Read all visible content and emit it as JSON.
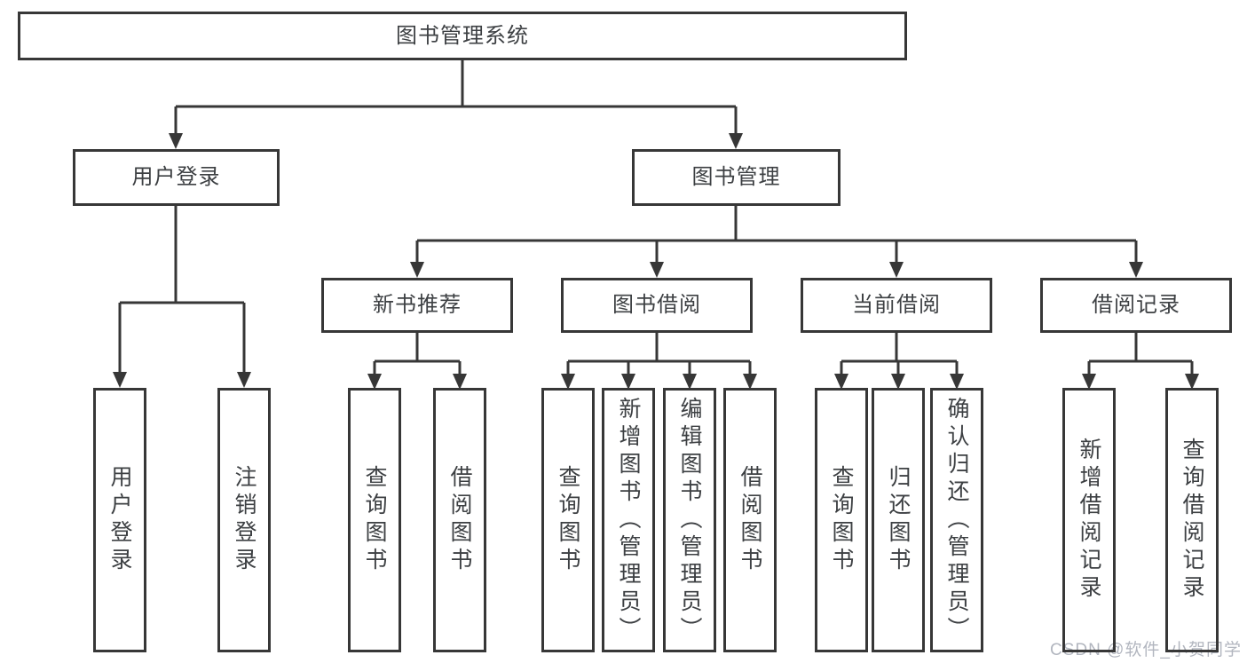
{
  "diagram": {
    "root": {
      "label": "图书管理系统"
    },
    "level1": [
      {
        "id": "user-login",
        "label": "用户登录"
      },
      {
        "id": "book-management",
        "label": "图书管理"
      }
    ],
    "level2": [
      {
        "id": "new-book-recommend",
        "label": "新书推荐",
        "parent": "book-management"
      },
      {
        "id": "book-borrow",
        "label": "图书借阅",
        "parent": "book-management"
      },
      {
        "id": "current-borrow",
        "label": "当前借阅",
        "parent": "book-management"
      },
      {
        "id": "borrow-records",
        "label": "借阅记录",
        "parent": "book-management"
      }
    ],
    "leaves": [
      {
        "label": "用户登录",
        "parent": "user-login"
      },
      {
        "label": "注销登录",
        "parent": "user-login"
      },
      {
        "label": "查询图书",
        "parent": "new-book-recommend"
      },
      {
        "label": "借阅图书",
        "parent": "new-book-recommend"
      },
      {
        "label": "查询图书",
        "parent": "book-borrow"
      },
      {
        "label": "新增图书（管理员）",
        "parent": "book-borrow"
      },
      {
        "label": "编辑图书（管理员）",
        "parent": "book-borrow"
      },
      {
        "label": "借阅图书",
        "parent": "book-borrow"
      },
      {
        "label": "查询图书",
        "parent": "current-borrow"
      },
      {
        "label": "归还图书",
        "parent": "current-borrow"
      },
      {
        "label": "确认归还（管理员）",
        "parent": "current-borrow"
      },
      {
        "label": "新增借阅记录",
        "parent": "borrow-records"
      },
      {
        "label": "查询借阅记录",
        "parent": "borrow-records"
      }
    ]
  },
  "watermark": {
    "text": "CSDN @软件_小贺同学"
  },
  "colors": {
    "line": "#373737",
    "text": "#3d4043",
    "watermark": "#b2b6bf",
    "background": "#ffffff"
  }
}
